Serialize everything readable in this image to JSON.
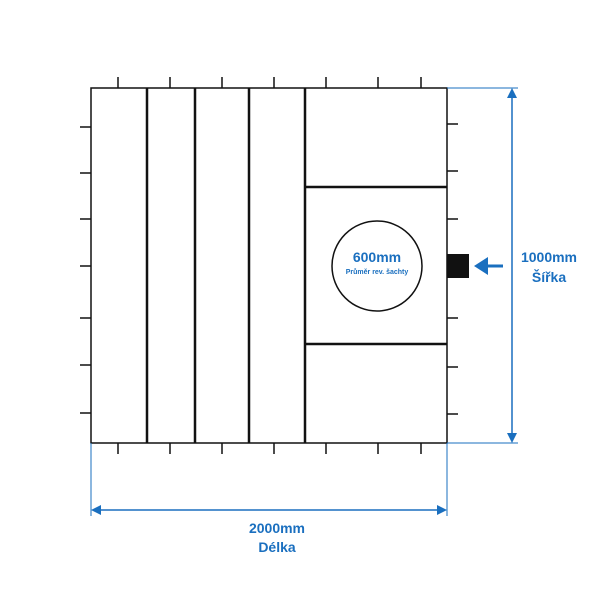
{
  "shaft": {
    "diameter_label": "600mm",
    "caption": "Průměr rev. šachty"
  },
  "width_dimension": {
    "value_label": "1000mm",
    "name": "Šířka"
  },
  "length_dimension": {
    "value_label": "2000mm",
    "name": "Délka"
  },
  "colors": {
    "outline": "#111111",
    "dimension": "#1a6fbf",
    "connector": "#111111"
  }
}
